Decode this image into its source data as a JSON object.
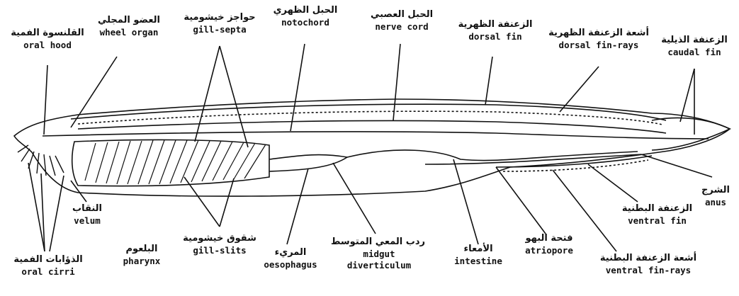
{
  "labels": {
    "oral_hood": {
      "ar": "القلنسوة الفمية",
      "en": "oral hood"
    },
    "wheel_organ": {
      "ar": "العضو المجلي",
      "en": "wheel organ"
    },
    "gill_septa": {
      "ar": "حواجز خيشومية",
      "en": "gill-septa"
    },
    "notochord": {
      "ar": "الحبل الظهري",
      "en": "notochord"
    },
    "nerve_cord": {
      "ar": "الحبل العصبي",
      "en": "nerve cord"
    },
    "dorsal_fin": {
      "ar": "الزعنفة الظهرية",
      "en": "dorsal fin"
    },
    "dorsal_fin_rays": {
      "ar": "أشعة الزعنفة الظهرية",
      "en": "dorsal fin-rays"
    },
    "caudal_fin": {
      "ar": "الزعنفة الذيلية",
      "en": "caudal fin"
    },
    "velum": {
      "ar": "النقاب",
      "en": "velum"
    },
    "oral_cirri": {
      "ar": "الذؤابات الفمية",
      "en": "oral cirri"
    },
    "pharynx": {
      "ar": "البلعوم",
      "en": "pharynx"
    },
    "gill_slits": {
      "ar": "شقوق خيشومية",
      "en": "gill-slits"
    },
    "oesophagus": {
      "ar": "المريء",
      "en": "oesophagus"
    },
    "midgut": {
      "ar": "ردب المعي المتوسط",
      "en": "midgut",
      "en2": "diverticulum"
    },
    "intestine": {
      "ar": "الأمعاء",
      "en": "intestine"
    },
    "atriopore": {
      "ar": "فتحة البهو",
      "en": "atriopore"
    },
    "ventral_fin_rays": {
      "ar": "أشعة الزعنفة البطنية",
      "en": "ventral fin-rays"
    },
    "ventral_fin": {
      "ar": "الزعنفة البطنية",
      "en": "ventral fin"
    },
    "anus": {
      "ar": "الشرج",
      "en": "anus"
    }
  }
}
